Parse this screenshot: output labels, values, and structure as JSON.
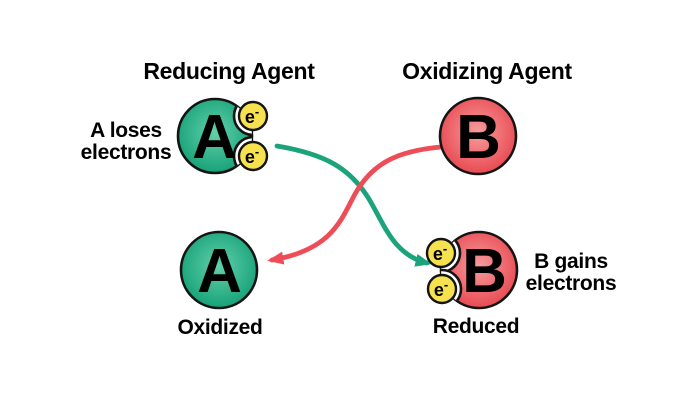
{
  "labels": {
    "reducing_agent": "Reducing Agent",
    "oxidizing_agent": "Oxidizing Agent",
    "a_loses_line1": "A loses",
    "a_loses_line2": "electrons",
    "b_gains_line1": "B gains",
    "b_gains_line2": "electrons",
    "oxidized": "Oxidized",
    "reduced": "Reduced"
  },
  "atoms": {
    "reducing": "A",
    "oxidizing": "B",
    "oxidized": "A",
    "reduced": "B"
  },
  "electron": {
    "symbol": "e",
    "charge": "-"
  },
  "colors": {
    "green_center": "#63D0AA",
    "green_edge": "#0D9C72",
    "red_center": "#F89C9D",
    "red_edge": "#E64049",
    "electron_fill": "#F6E24E",
    "green_arrow": "#1BA47B",
    "red_arrow": "#EE4D57",
    "outline": "#141414",
    "background": "#FFFFFF"
  }
}
